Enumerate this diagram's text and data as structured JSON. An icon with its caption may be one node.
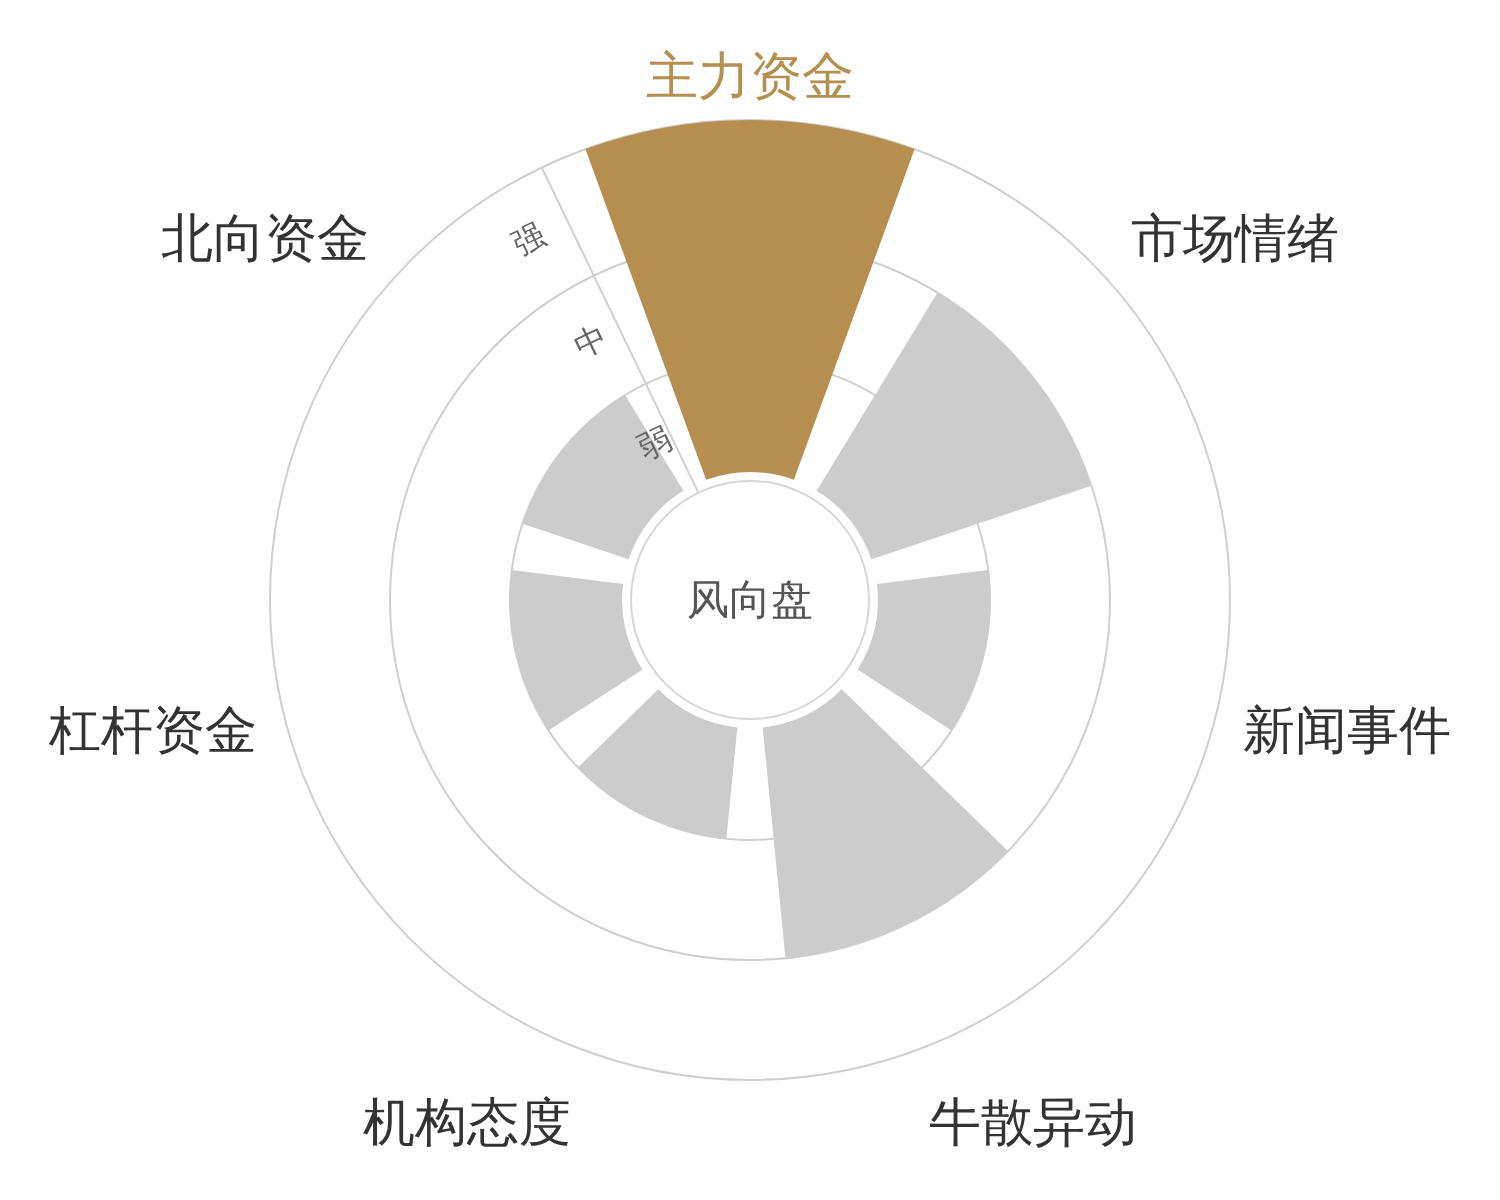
{
  "diagram": {
    "nodes": [
      {
        "text": [
          "风向盘"
        ]
      },
      {
        "text": [],
        "shape": "bar"
      },
      {
        "text": [],
        "shape": "bar"
      },
      {
        "text": [],
        "shape": "bar"
      },
      {
        "text": [],
        "shape": "bar"
      },
      {
        "text": [],
        "shape": "bar"
      },
      {
        "text": [],
        "shape": "bar"
      },
      {
        "text": [],
        "shape": "bar"
      }
    ],
    "edges": [],
    "labels": [
      "主力资金",
      "强",
      "北向资金",
      "市场情绪",
      "中",
      "弱",
      "杠杆资金",
      "新闻事件",
      "机构态度",
      "牛散异动"
    ]
  }
}
